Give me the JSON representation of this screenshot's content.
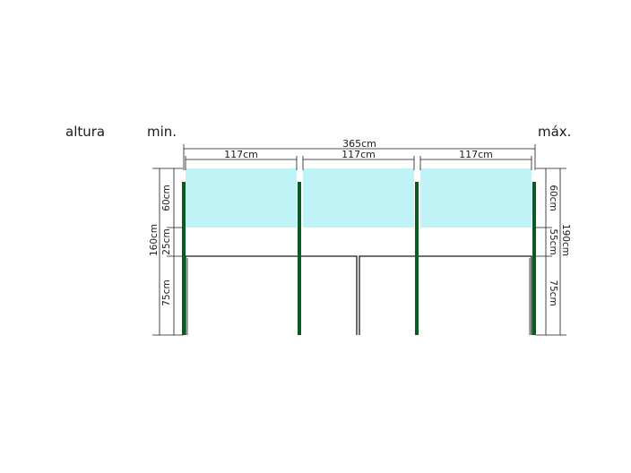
{
  "labels": {
    "altura": "altura",
    "min": "min.",
    "max": "máx."
  },
  "dimensions": {
    "total_width": "365cm",
    "panel_width_1": "117cm",
    "panel_width_2": "117cm",
    "panel_width_3": "117cm",
    "left": {
      "total": "160cm",
      "glass": "60cm",
      "gap": "25cm",
      "base": "75cm"
    },
    "right": {
      "total": "190cm",
      "glass": "60cm",
      "gap": "55cm",
      "base": "75cm"
    }
  },
  "colors": {
    "glass": "#bff3f5",
    "post": "#0b5a25",
    "line": "#1a1a1a"
  }
}
